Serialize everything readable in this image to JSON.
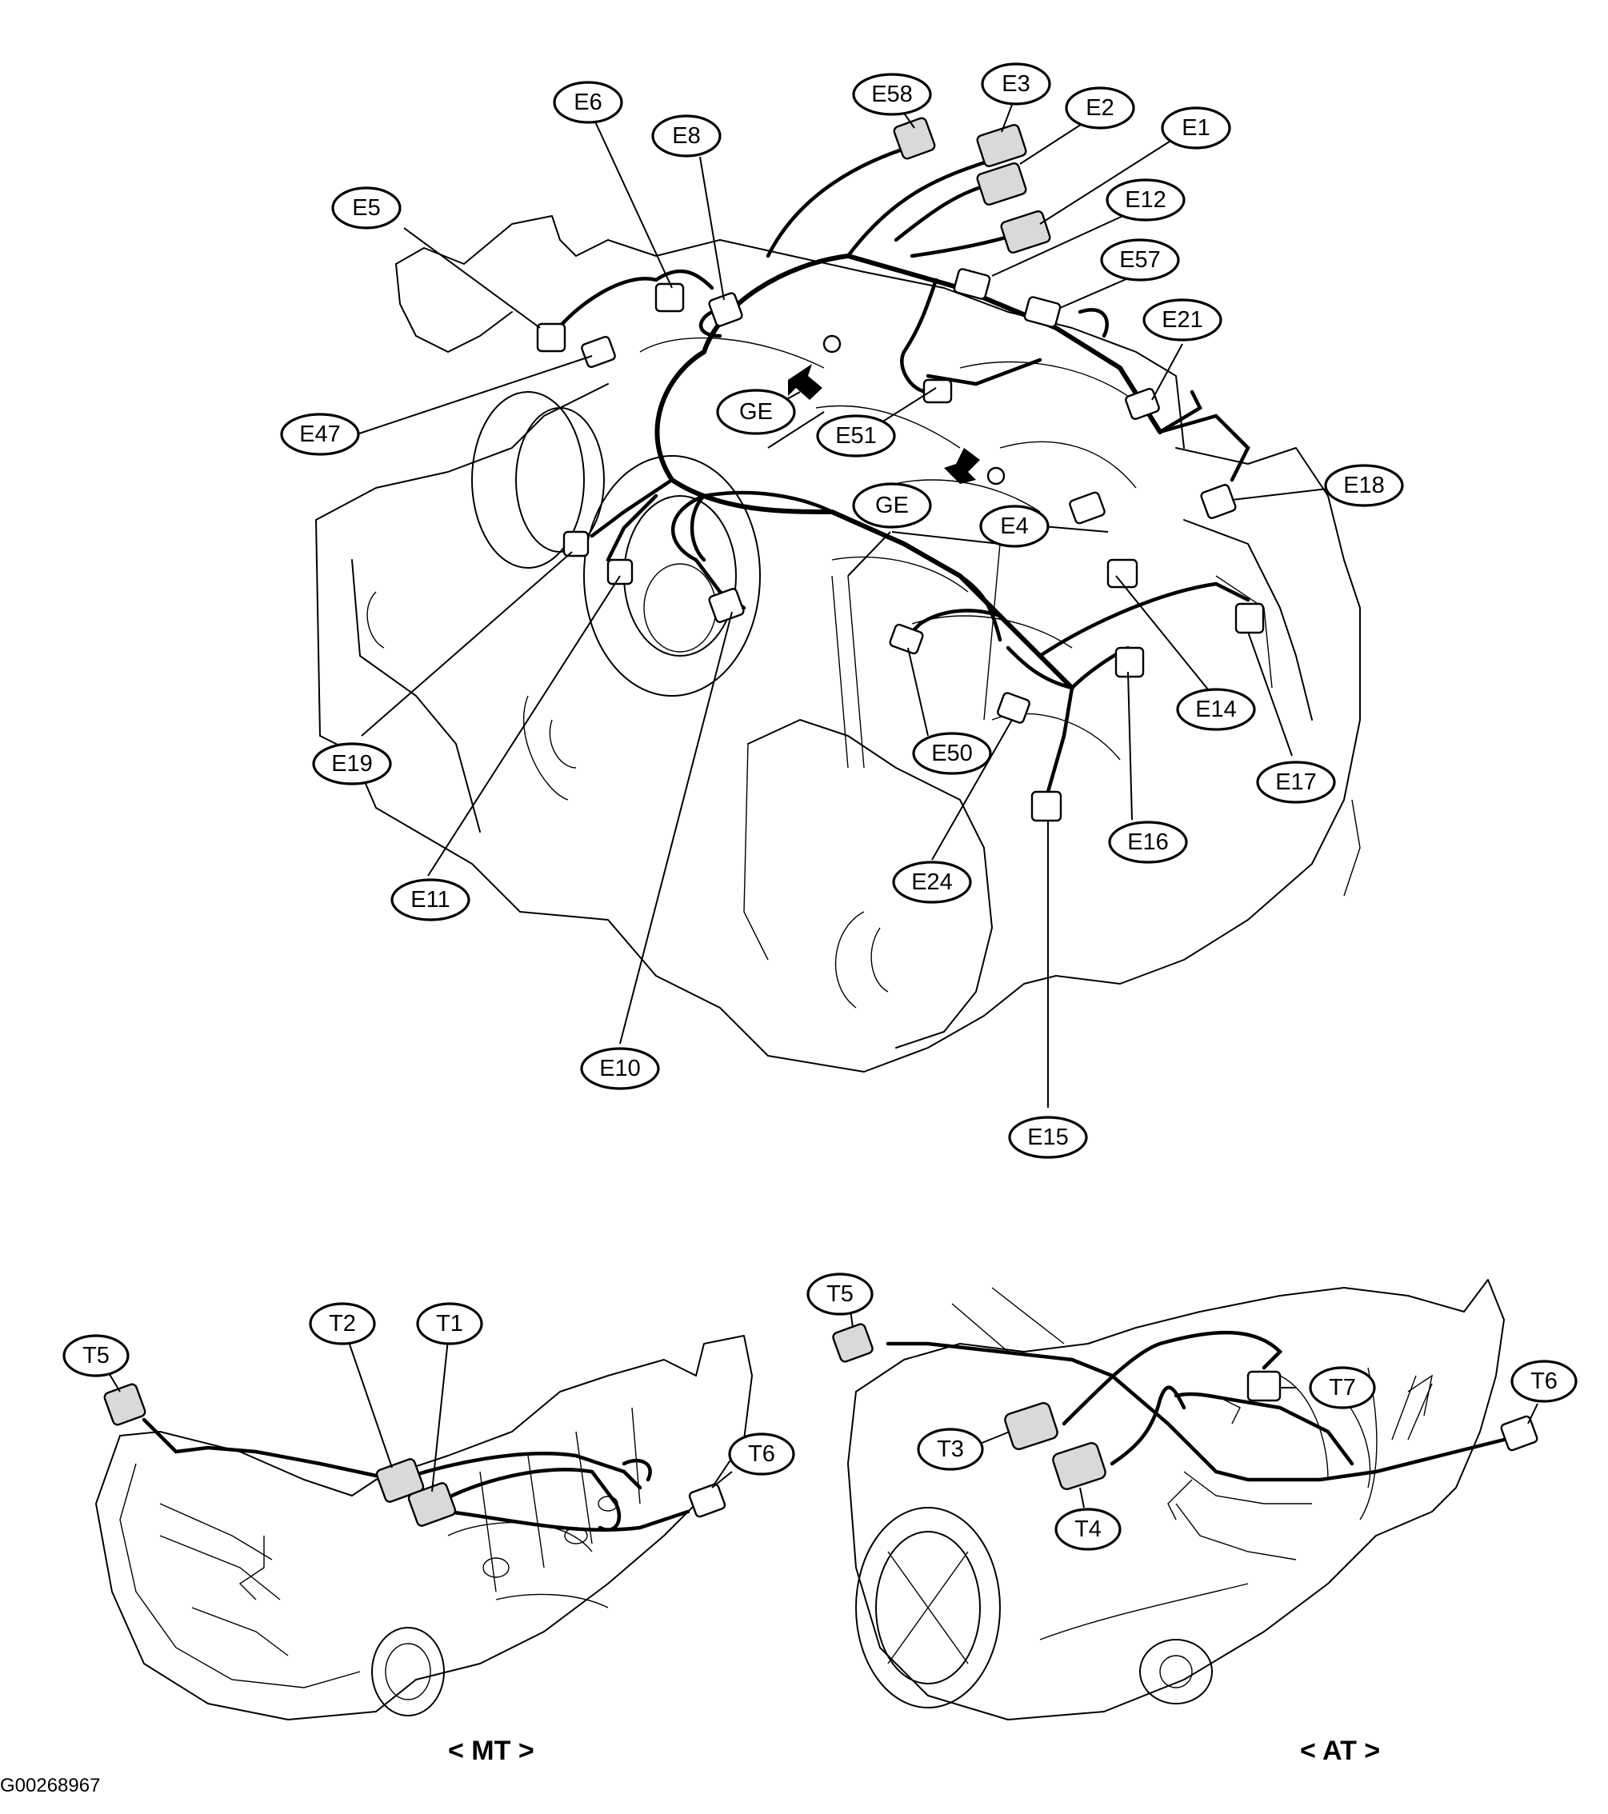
{
  "labels": {
    "E58": "E58",
    "E3": "E3",
    "E2": "E2",
    "E1": "E1",
    "E6": "E6",
    "E8": "E8",
    "E5": "E5",
    "E12": "E12",
    "E57": "E57",
    "E21": "E21",
    "E47": "E47",
    "GE": "GE",
    "E51": "E51",
    "E18": "E18",
    "E4": "E4",
    "E19": "E19",
    "E11": "E11",
    "E10": "E10",
    "E14": "E14",
    "E17": "E17",
    "E50": "E50",
    "E16": "E16",
    "E24": "E24",
    "E15": "E15",
    "T5": "T5",
    "T2": "T2",
    "T1": "T1",
    "T6": "T6",
    "T7": "T7",
    "T3": "T3",
    "T4": "T4"
  },
  "captions": {
    "mt": "< MT >",
    "at": "< AT >"
  },
  "document_id": "G00268967",
  "colors": {
    "ink": "#000000",
    "paper": "#ffffff",
    "connector_fill": "#d9d9d9"
  },
  "icons": [
    "arrow-icon"
  ]
}
